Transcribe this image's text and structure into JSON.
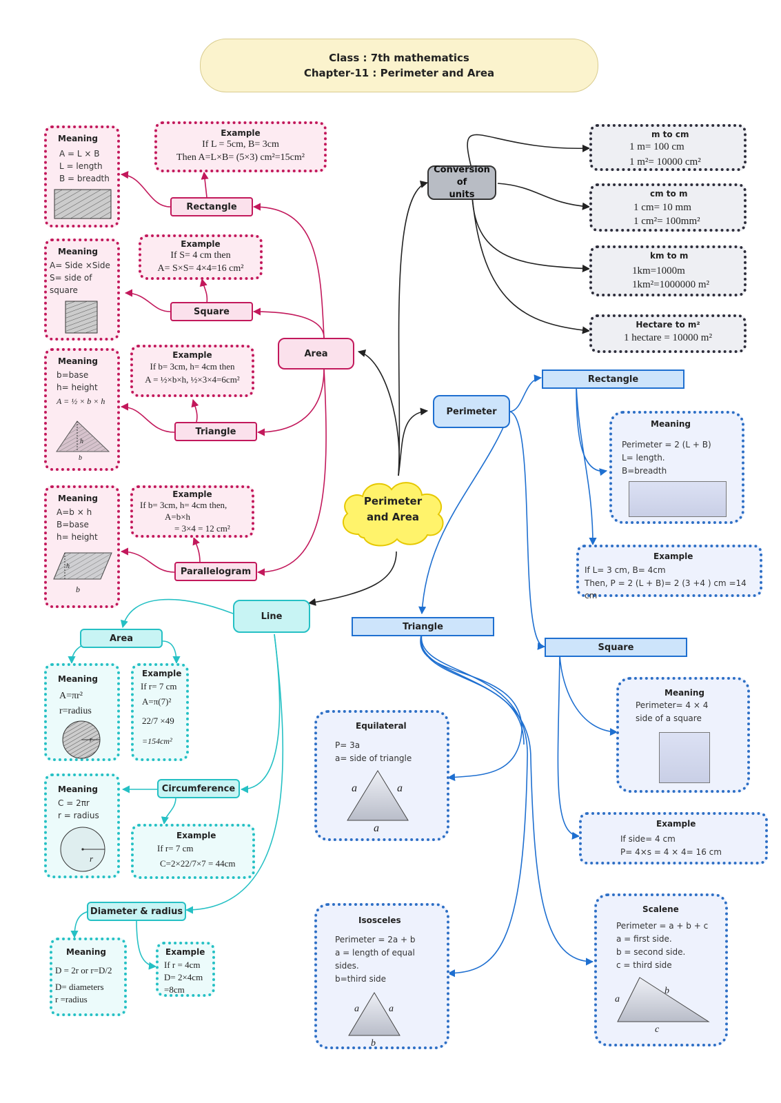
{
  "header": {
    "line1": "Class : 7th mathematics",
    "line2": "Chapter-11 : Perimeter and Area"
  },
  "center": {
    "line1": "Perimeter",
    "line2": "and Area"
  },
  "area": {
    "label": "Area",
    "rectangle": {
      "label": "Rectangle",
      "meaning": {
        "title": "Meaning",
        "l1": "A = L × B",
        "l2": "L = length",
        "l3": "B = breadth"
      },
      "example": {
        "title": "Example",
        "l1": "If L = 5cm, B= 3cm",
        "l2": "Then A=L×B= (5×3) cm²=15cm²"
      }
    },
    "square": {
      "label": "Square",
      "meaning": {
        "title": "Meaning",
        "l1": "A= Side ×Side",
        "l2": "S= side of",
        "l3": "square"
      },
      "example": {
        "title": "Example",
        "l1": "If  S= 4 cm then",
        "l2": "A= S×S= 4×4=16 cm²"
      }
    },
    "triangle": {
      "label": "Triangle",
      "meaning": {
        "title": "Meaning",
        "l1": "b=base",
        "l2": "h= height",
        "formula": "A = ½ × b × h",
        "fig_h": "h",
        "fig_b": "b"
      },
      "example": {
        "title": "Example",
        "l1": "If b= 3cm, h= 4cm then",
        "l2": "A = ½×b×h,   ½×3×4=6cm²"
      }
    },
    "parallelogram": {
      "label": "Parallelogram",
      "meaning": {
        "title": "Meaning",
        "l1": "A=b × h",
        "l2": "B=base",
        "l3": "h= height",
        "fig_h": "h",
        "fig_b": "b"
      },
      "example": {
        "title": "Example",
        "l1": "If b= 3cm, h= 4cm then,",
        "l2": "A=b×h",
        "l3": "= 3×4 = 12 cm²"
      }
    }
  },
  "conversion": {
    "label_l1": "Conversion of",
    "label_l2": "units",
    "m_cm": {
      "title": "m to cm",
      "l1": "1 m= 100 cm",
      "l2": "1 m²= 10000 cm²"
    },
    "cm_mm": {
      "title": "cm to m",
      "l1": "1 cm= 10 mm",
      "l2": "1 cm²= 100mm²"
    },
    "km_m": {
      "title": "km to m",
      "l1": "1km=1000m",
      "l2": "1km²=1000000 m²"
    },
    "hectare": {
      "title": "Hectare to m²",
      "l1": "1 hectare = 10000 m²"
    }
  },
  "perimeter": {
    "label": "Perimeter",
    "rectangle": {
      "label": "Rectangle",
      "meaning": {
        "title": "Meaning",
        "l1": "Perimeter = 2 (L + B)",
        "l2": "L= length.",
        "l3": "B=breadth"
      },
      "example": {
        "title": "Example",
        "l1": "If  L= 3 cm, B= 4cm",
        "l2": "Then, P = 2 (L + B)= 2 (3 +4 ) cm =14 cm"
      }
    },
    "square": {
      "label": "Square",
      "meaning": {
        "title": "Meaning",
        "l1": "Perimeter= 4 × 4",
        "l2": "side of a square"
      },
      "example": {
        "title": "Example",
        "l1": "If side= 4 cm",
        "l2": "P= 4×s = 4 × 4= 16 cm"
      }
    },
    "triangle": {
      "label": "Triangle",
      "equilateral": {
        "title": "Equilateral",
        "l1": "P= 3a",
        "l2": "a= side of triangle",
        "fig_a1": "a",
        "fig_a2": "a",
        "fig_a3": "a"
      },
      "isosceles": {
        "title": "Isosceles",
        "l1": "Perimeter = 2a + b",
        "l2": "a = length of equal",
        "l3": "sides.",
        "l4": "b=third side",
        "fig_a1": "a",
        "fig_a2": "a",
        "fig_b": "b"
      },
      "scalene": {
        "title": "Scalene",
        "l1": "Perimeter = a + b + c",
        "l2": "a = first side.",
        "l3": "b = second side.",
        "l4": "c = third side",
        "fig_a": "a",
        "fig_b": "b",
        "fig_c": "c"
      }
    }
  },
  "line": {
    "label": "Line",
    "area": {
      "label": "Area",
      "meaning": {
        "title": "Meaning",
        "l1": "A=πr²",
        "l2": "r=radius",
        "fig_r": "r"
      },
      "example": {
        "title": "Example",
        "l1": "If r= 7 cm",
        "l2": "A=π(7)²",
        "l3": "22/7 ×49",
        "l4": "=154cm²"
      }
    },
    "circumference": {
      "label": "Circumference",
      "meaning": {
        "title": "Meaning",
        "l1": "C = 2πr",
        "l2": "r = radius",
        "fig_r": "r"
      },
      "example": {
        "title": "Example",
        "l1": "If r= 7 cm",
        "l2": "C=2×22/7×7 = 44cm"
      }
    },
    "diameter": {
      "label": "Diameter & radius",
      "meaning": {
        "title": "Meaning",
        "l1": "D = 2r or  r=D/2",
        "l2": "D= diameters",
        "l3": "r =radius"
      },
      "example": {
        "title": "Example",
        "l1": "If r = 4cm",
        "l2": "D= 2×4cm",
        "l3": "=8cm"
      }
    }
  },
  "colors": {
    "pink": "#c2185b",
    "blue": "#1e6fd0",
    "teal": "#25c0c4",
    "dark": "#222222",
    "header": "#fbf3cd",
    "cloud": "#fff36b"
  }
}
